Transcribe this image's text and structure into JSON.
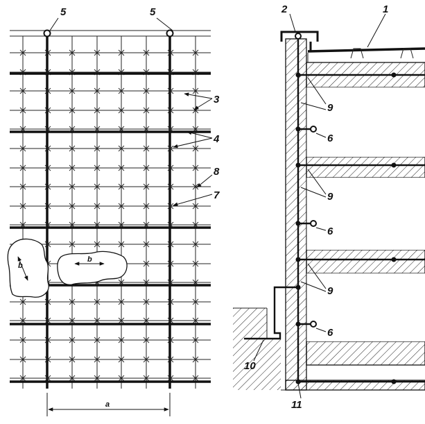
{
  "labels": {
    "n1": "1",
    "n2": "2",
    "n3": "3",
    "n4": "4",
    "n5a": "5",
    "n5b": "5",
    "n6a": "6",
    "n6b": "6",
    "n6c": "6",
    "n7": "7",
    "n8": "8",
    "n9a": "9",
    "n9b": "9",
    "n9c": "9",
    "n10": "10",
    "n11": "11"
  },
  "dimensions": {
    "a": "a",
    "b_vertical": "b",
    "b_horizontal": "b"
  },
  "colors": {
    "ink": "#111111",
    "paper": "#ffffff"
  }
}
